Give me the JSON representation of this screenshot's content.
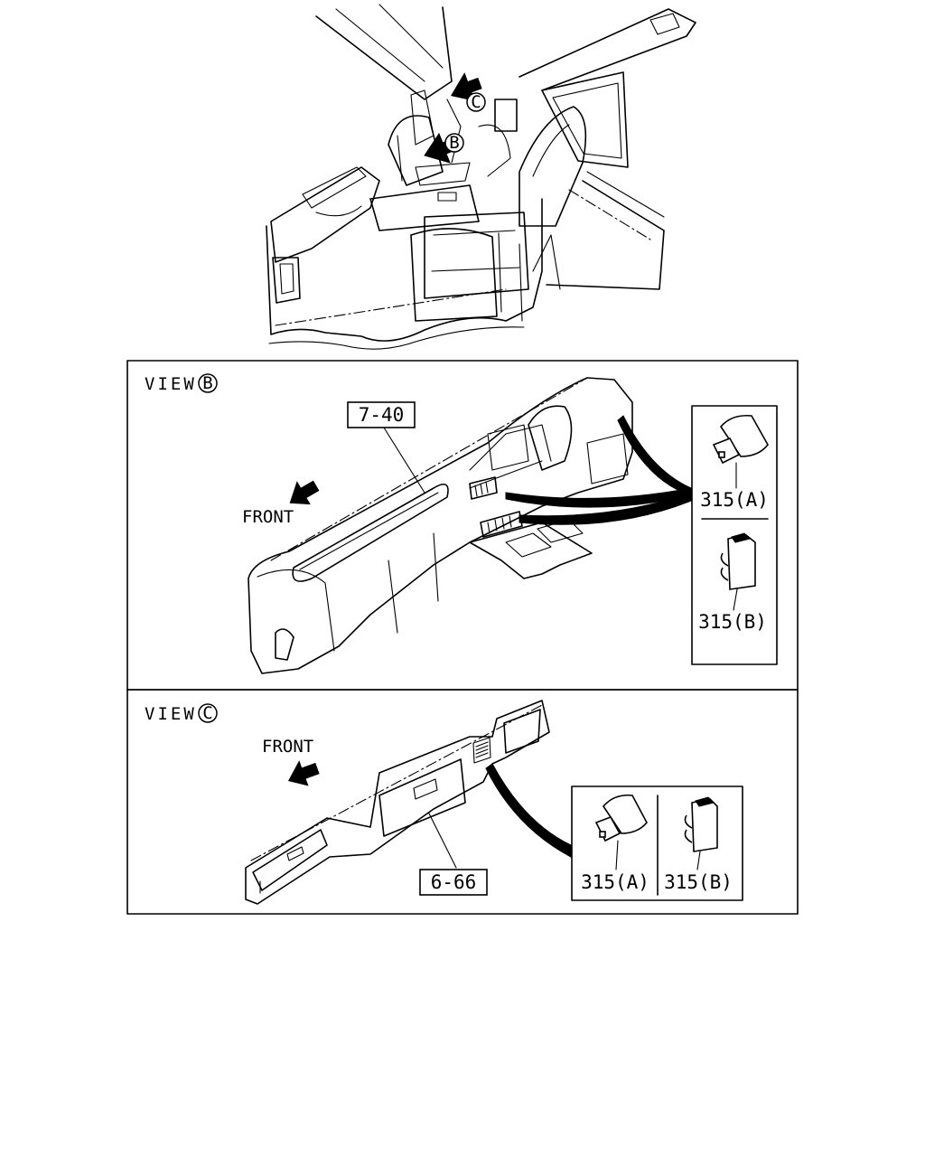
{
  "callouts": {
    "b": "B",
    "c": "C"
  },
  "view_b": {
    "title": "VIEW",
    "marker": "B",
    "front_label": "FRONT",
    "part_dashboard": "7-40",
    "part_a": "315(A)",
    "part_b": "315(B)"
  },
  "view_c": {
    "title": "VIEW",
    "marker": "C",
    "front_label": "FRONT",
    "part_panel": "6-66",
    "part_a": "315(A)",
    "part_b": "315(B)"
  }
}
